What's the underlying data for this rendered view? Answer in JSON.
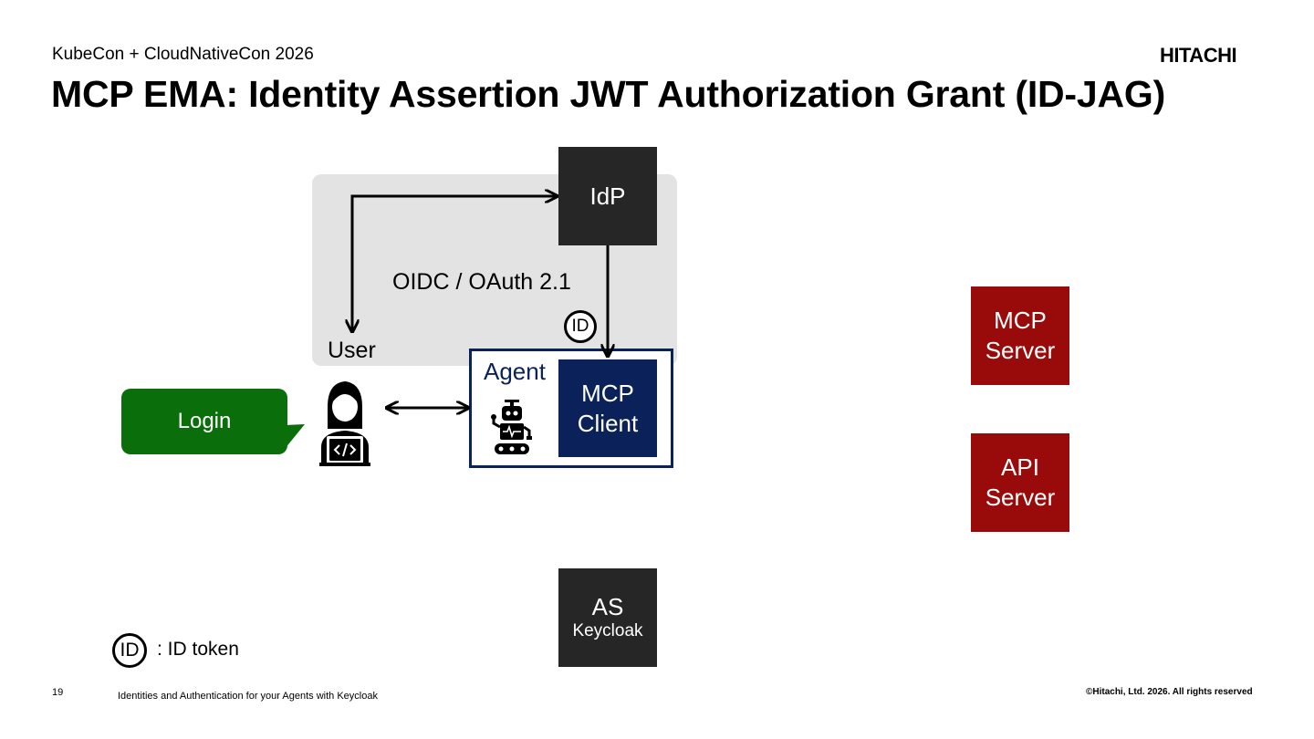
{
  "header": {
    "event": "KubeCon + CloudNativeCon 2026",
    "title": "MCP EMA: Identity Assertion JWT Authorization Grant (ID-JAG)",
    "logo": "HITACHI"
  },
  "diagram": {
    "idp": "IdP",
    "oidc_label": "OIDC / OAuth 2.1",
    "id_badge": "ID",
    "user_label": "User",
    "login": "Login",
    "agent_label": "Agent",
    "mcp_client": [
      "MCP",
      "Client"
    ],
    "mcp_server": [
      "MCP",
      "Server"
    ],
    "api_server": [
      "API",
      "Server"
    ],
    "as_title": "AS",
    "as_sub": "Keycloak",
    "legend_badge": "ID",
    "legend_text": ": ID token",
    "icons": [
      "user-coder-icon",
      "robot-icon"
    ],
    "colors": {
      "oidc_zone": "#e3e3e3",
      "dark_box": "#262626",
      "agent_navy": "#0a215a",
      "server_red": "#990b0b",
      "login_green": "#0a6e0a"
    }
  },
  "footer": {
    "slide_number": "19",
    "text": "Identities and Authentication for your Agents with Keycloak",
    "copyright": "©Hitachi, Ltd. 2026. All rights reserved"
  }
}
